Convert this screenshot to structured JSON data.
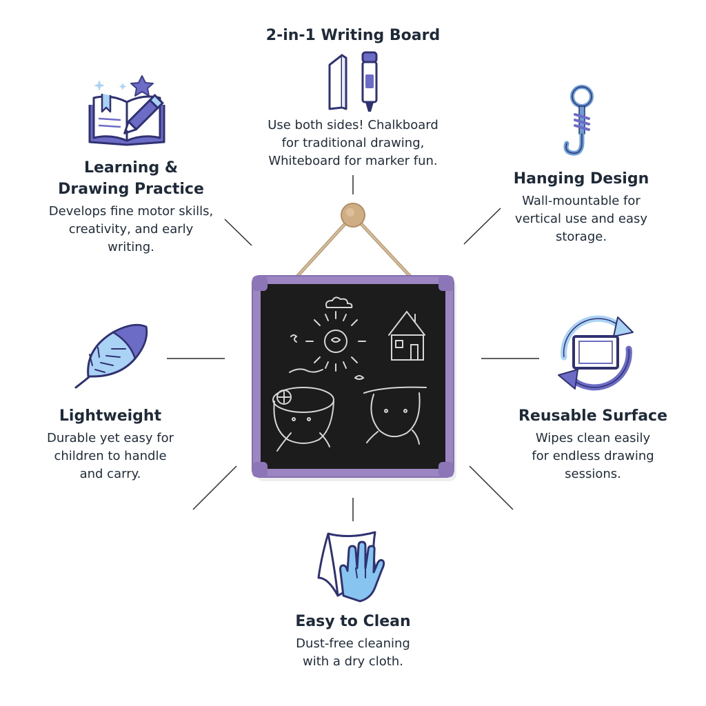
{
  "features": {
    "top": {
      "title": "2-in-1 Writing Board",
      "desc": "Use both sides! Chalkboard\nfor traditional drawing,\nWhiteboard for marker fun.",
      "icon": "chalk-and-marker-icon"
    },
    "top_left": {
      "title": "Learning &\nDrawing Practice",
      "desc": "Develops fine motor skills,\ncreativity, and early\nwriting.",
      "icon": "book-and-pencil-icon"
    },
    "top_right": {
      "title": "Hanging Design",
      "desc": "Wall-mountable for\nvertical use and easy\nstorage.",
      "icon": "hook-icon"
    },
    "left": {
      "title": "Lightweight",
      "desc": "Durable yet easy for\nchildren to handle\nand carry.",
      "icon": "feather-icon"
    },
    "right": {
      "title": "Reusable Surface",
      "desc": "Wipes clean easily\nfor endless drawing\nsessions.",
      "icon": "refresh-board-icon"
    },
    "bottom": {
      "title": "Easy to Clean",
      "desc": "Dust-free cleaning\nwith a dry cloth.",
      "icon": "hand-wiping-cloth-icon"
    }
  },
  "colors": {
    "frame": "#9b86c2",
    "board": "#1c1c1c",
    "chalk": "#d8d8d8",
    "rope": "#b89a72",
    "peg": "#cfae86",
    "icon_dark": "#3d3d8a",
    "icon_mid": "#6c6cc6",
    "icon_light": "#a9d2f5",
    "text": "#1e2a38",
    "connector": "#2b2b2b"
  }
}
